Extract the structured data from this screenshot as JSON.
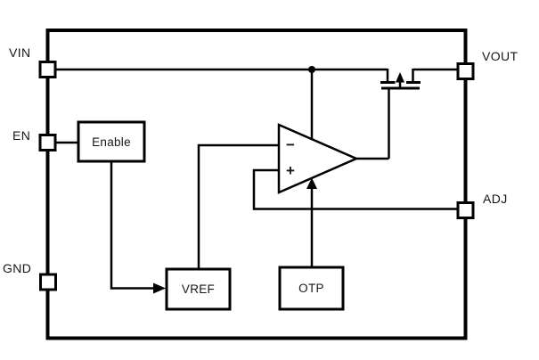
{
  "diagram": {
    "pins": {
      "vin": {
        "label": "VIN"
      },
      "en": {
        "label": "EN"
      },
      "gnd": {
        "label": "GND"
      },
      "vout": {
        "label": "VOUT"
      },
      "adj": {
        "label": "ADJ"
      }
    },
    "blocks": {
      "enable": {
        "label": "Enable"
      },
      "vref": {
        "label": "VREF"
      },
      "otp": {
        "label": "OTP"
      }
    },
    "opamp": {
      "minus_label": "−",
      "plus_label": "+"
    },
    "colors": {
      "line": "#000000",
      "text": "#161616",
      "background": "#ffffff"
    }
  }
}
